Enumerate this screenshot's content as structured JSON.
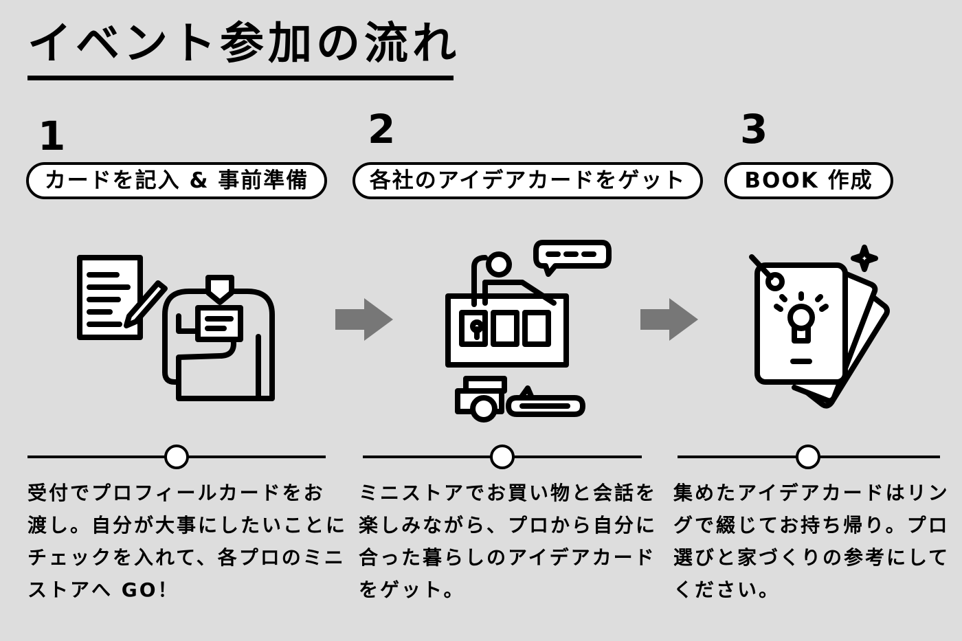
{
  "title": "イベント参加の流れ",
  "steps": [
    {
      "number": "1",
      "label": "カードを記入 & 事前準備",
      "description_lines": [
        "受付でプロフィールカードをお",
        "渡し。自分が大事にしたいことに",
        "チェックを入れて、各プロのミニ",
        "ストアへ GO！"
      ]
    },
    {
      "number": "2",
      "label": "各社のアイデアカードをゲット",
      "description_lines": [
        "ミニストアでお買い物と会話を",
        "楽しみながら、プロから自分に",
        "合った暮らしのアイデアカード",
        "をゲット。"
      ]
    },
    {
      "number": "3",
      "label": "BOOK 作成",
      "description_lines": [
        "集めたアイデアカードはリン",
        "グで綴じてお持ち帰り。プロ",
        "選びと家づくりの参考にして",
        "ください。"
      ]
    }
  ],
  "colors": {
    "background": "#dddddd",
    "ink": "#000000",
    "arrow": "#777777",
    "pill_fill": "#ffffff"
  },
  "icons": [
    "form-and-person-icon",
    "arrow-right-icon",
    "ministore-icon",
    "arrow-right-icon",
    "card-book-icon"
  ]
}
